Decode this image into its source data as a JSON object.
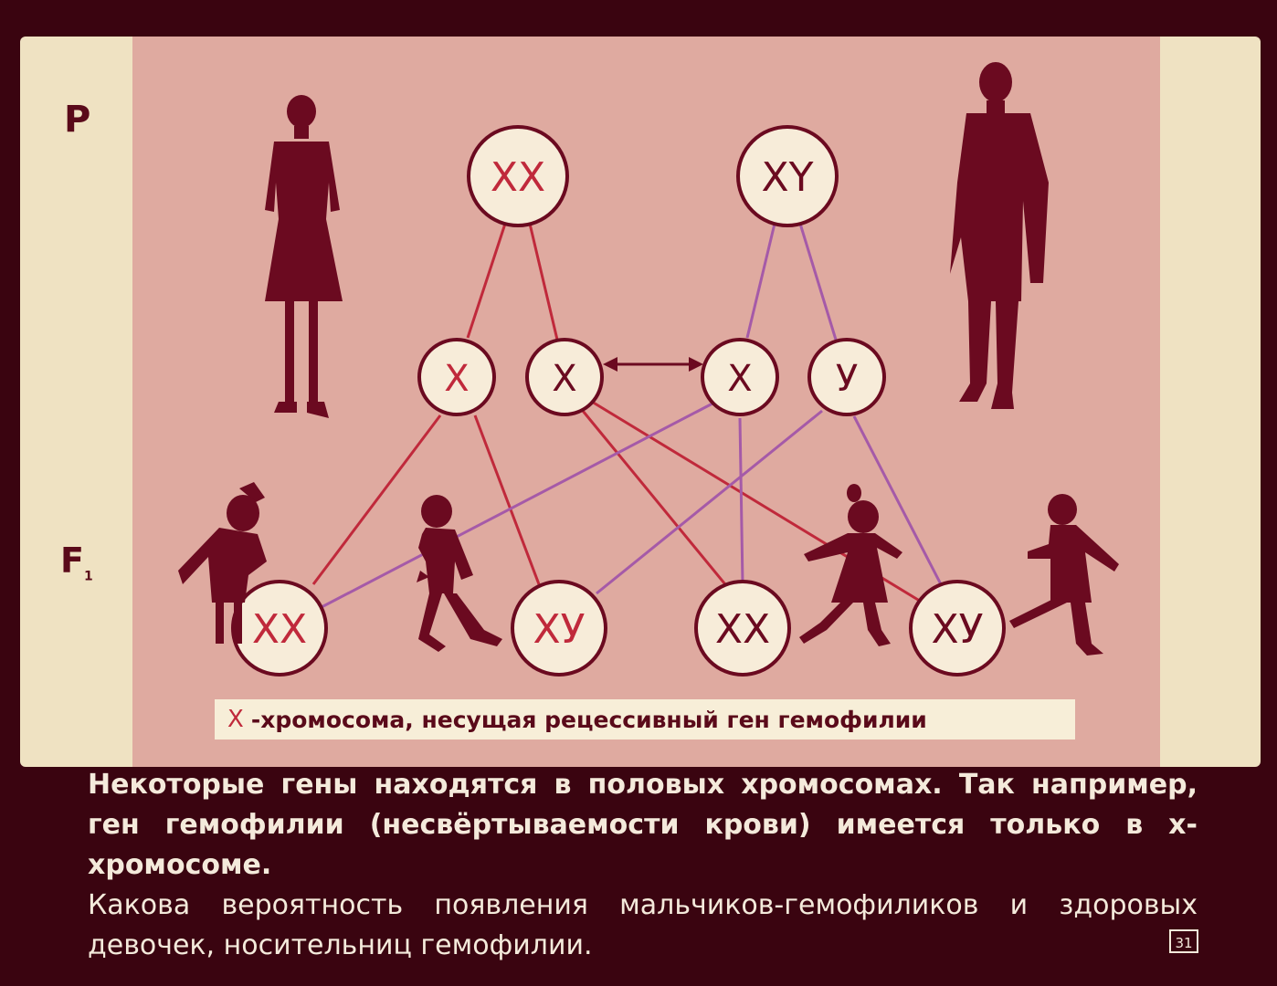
{
  "labels": {
    "parents": "P",
    "offspring": "F",
    "offspring_sub": "1"
  },
  "parents": {
    "mother_genotype": "XX",
    "father_genotype": "XY"
  },
  "gametes": [
    "X",
    "X",
    "X",
    "У"
  ],
  "offspring": [
    "XX",
    "XУ",
    "XX",
    "XУ"
  ],
  "legend": {
    "symbol": "X",
    "text": "-хромосома, несущая рецессивный ген гемофилии"
  },
  "caption": {
    "bold_text": "Некоторые гены находятся в половых хромосомах. Так например, ген гемофилии (несвёртываемости крови) имеется только в х-хромосоме.",
    "question": "Какова вероятность появления мальчиков-гемофиликов и здоровых девочек, носительниц гемофилии."
  },
  "slide_number": "31",
  "colors": {
    "background": "#3a0410",
    "panel": "#dfaaa0",
    "frame": "#efe2c2",
    "carrier_x": "#c0293b",
    "normal": "#6b0a20",
    "father_lines": "#a55aa8",
    "silhouette": "#6b0a20"
  }
}
